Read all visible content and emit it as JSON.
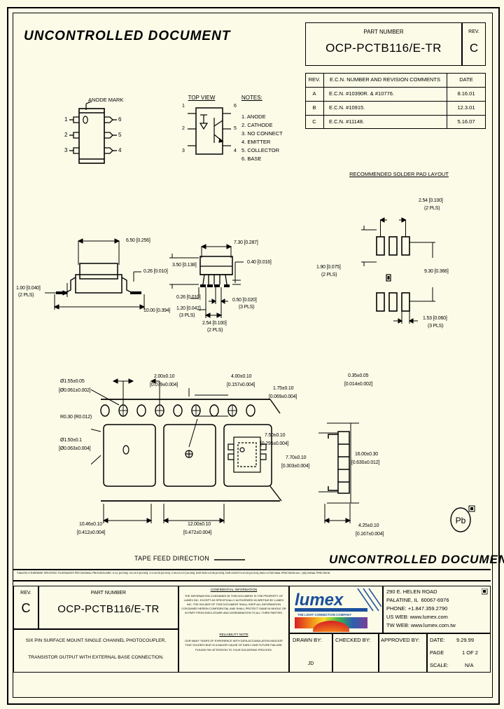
{
  "document": {
    "watermark_top": "UNCONTROLLED DOCUMENT",
    "watermark_bottom": "UNCONTROLLED DOCUMENT"
  },
  "part_header": {
    "part_number_label": "PART NUMBER",
    "part_number": "OCP-PCTB116/E-TR",
    "rev_label": "REV.",
    "rev_value": "C"
  },
  "revision_table": {
    "headers": [
      "REV.",
      "E.C.N. NUMBER AND REVISION COMMENTS",
      "DATE"
    ],
    "rows": [
      {
        "rev": "A",
        "comment": "E.C.N. #10390R. & #10776.",
        "date": "8.16.01"
      },
      {
        "rev": "B",
        "comment": "E.C.N. #10915.",
        "date": "12.3.01"
      },
      {
        "rev": "C",
        "comment": "E.C.N. #11148.",
        "date": "5.16.07"
      }
    ]
  },
  "views": {
    "side_view": {
      "anode_mark": "ANODE MARK",
      "pins_left": [
        "1",
        "2",
        "3"
      ],
      "pins_right": [
        "6",
        "5",
        "4"
      ]
    },
    "top_view": {
      "title": "TOP VIEW",
      "pins_left": [
        "1",
        "2",
        "3"
      ],
      "pins_right": [
        "6",
        "5",
        "4"
      ]
    },
    "notes": {
      "title": "NOTES:",
      "items": [
        "1. ANODE",
        "2. CATHODE",
        "3. NO CONNECT",
        "4. EMITTER",
        "5. COLLECTOR",
        "6. BASE"
      ]
    },
    "left_dims": [
      "6.50 [0.256]",
      "0.26 [0.010]",
      "1.00 [0.040]",
      "(2 PLS)",
      "10.00 [0.394]"
    ],
    "center_dims": [
      "7.30 [0.287]",
      "3.50 [0.138]",
      "0.40 [0.016]",
      "0.26 [0.010]",
      "1.20 [0.047]",
      "(3 PLS)",
      "0.50 [0.020]",
      "(3 PLS)",
      "2.54 [0.100]",
      "(2 PLS)"
    ],
    "solder_pad": {
      "title": "RECOMMENDED SOLDER PAD LAYOUT",
      "dims": [
        "2.54 [0.100]",
        "(2 PLS)",
        "1.90 [0.075]",
        "(2 PLS)",
        "9.30 [0.366]",
        "1.53 [0.060]",
        "(3 PLS)"
      ]
    }
  },
  "tape_reel": {
    "dims": {
      "hole_dia": "Ø1.55±0.05",
      "hole_dia_in": "[Ø0.061±0.002]",
      "radius": "R0.30 (R0.012)",
      "pocket_dia": "Ø1.50±0.1",
      "pocket_dia_in": "[Ø0.063±0.004]",
      "pitch_2": "2.00±0.10",
      "pitch_2_in": "[0.079±0.004]",
      "pitch_4": "4.00±0.10",
      "pitch_4_in": "[0.157±0.004]",
      "edge_175": "1.75±0.10",
      "edge_175_in": "[0.069±0.004]",
      "depth_750": "7.50±0.10",
      "depth_750_in": "[0.295±0.004]",
      "depth_770": "7.70±0.10",
      "depth_770_in": "[0.303±0.004]",
      "thick_035": "0.35±0.05",
      "thick_035_in": "[0.014±0.002]",
      "width_1600": "16.00±0.30",
      "width_1600_in": "[0.630±0.012]",
      "len_1046": "10.46±0.10",
      "len_1046_in": "[0.412±0.004]",
      "len_1200": "12.00±0.10",
      "len_1200_in": "[0.472±0.004]",
      "len_425": "4.25±0.10",
      "len_425_in": "[0.167±0.004]"
    },
    "feed_direction": "TAPE FEED DIRECTION",
    "pb_free_symbol": "Pb"
  },
  "tolerance_note": "*UNLESS OTHERWISE SPECIFIED TOLERANCES PER DECIMAL PRECISION ARE: X=±1 [±0.039], XX=±0.5 [±0.020], X.0=±0.25 [±0.010], X.00=±0.127 [±0.005].  EAR SIZE=±0.08 [±0.003], EAR LENGTH=±0.25 [±0.010], ANG=±1°DECIMAL PRECISION  mm = [IN]  SIGNAL PRECISION",
  "title_block": {
    "rev_label": "REV.",
    "rev_value": "C",
    "part_number_label": "PART NUMBER",
    "part_number": "OCP-PCTB116/E-TR",
    "description_line1": "SIX PIN SURFACE MOUNT SINGLE CHANNEL PHOTOCOUPLER,",
    "description_line2": "TRANSISTOR OUTPUT WITH EXTERNAL BASE CONNECTION."
  },
  "confidential": {
    "title": "CONFIDENTIAL INFORMATION",
    "body": "THE INFORMATION CONTAINED IN THIS DOCUMENT IS THE PROPERTY OF LUMEX INC. EXCEPT AS SPECIFICALLY AUTHORIZED IN WRITING BY LUMEX INC. THE HOLDER OF THIS DOCUMENT SHALL KEEP ALL INFORMATION CONTAINED HEREIN CONFIDENTIAL AND SHALL PROTECT SAME IN WHOLE OR IN PART FROM DISCLOSURE AND DISSEMINATION TO ALL THIRD PARTIES."
  },
  "reliability": {
    "title": "RELIABILITY NOTE",
    "body": "OUR MANY YEARS OF EXPERIENCE WITH DATA ACCUMULATION INDICATE THAT SOLDER HEAT IS A MAJOR CAUSE OF EARLY AND FUTURE FAILURE. PLEASE PAY ATTENTION TO YOUR SOLDERING PROCESS."
  },
  "company": {
    "logo_text": "lumex",
    "logo_tagline": "THE LIGHT CONNECTION COMPANY",
    "address": "290 E. HELEN ROAD",
    "city_state_zip": "PALATINE, IL  60067-6976",
    "phone": "PHONE: +1.847.359.2790",
    "us_web": "US WEB: www.lumex.com",
    "tw_web": "TW WEB: www.lumex.com.tw"
  },
  "approval": {
    "drawn_by_label": "DRAWN BY:",
    "drawn_by_value": "JD",
    "checked_by_label": "CHECKED BY:",
    "checked_by_value": "",
    "approved_by_label": "APPROVED BY:",
    "approved_by_value": "",
    "date_label": "DATE:",
    "date_value": "9.29.99",
    "page_label": "PAGE",
    "page_value": "1 OF 2",
    "scale_label": "SCALE:",
    "scale_value": "N/A"
  }
}
